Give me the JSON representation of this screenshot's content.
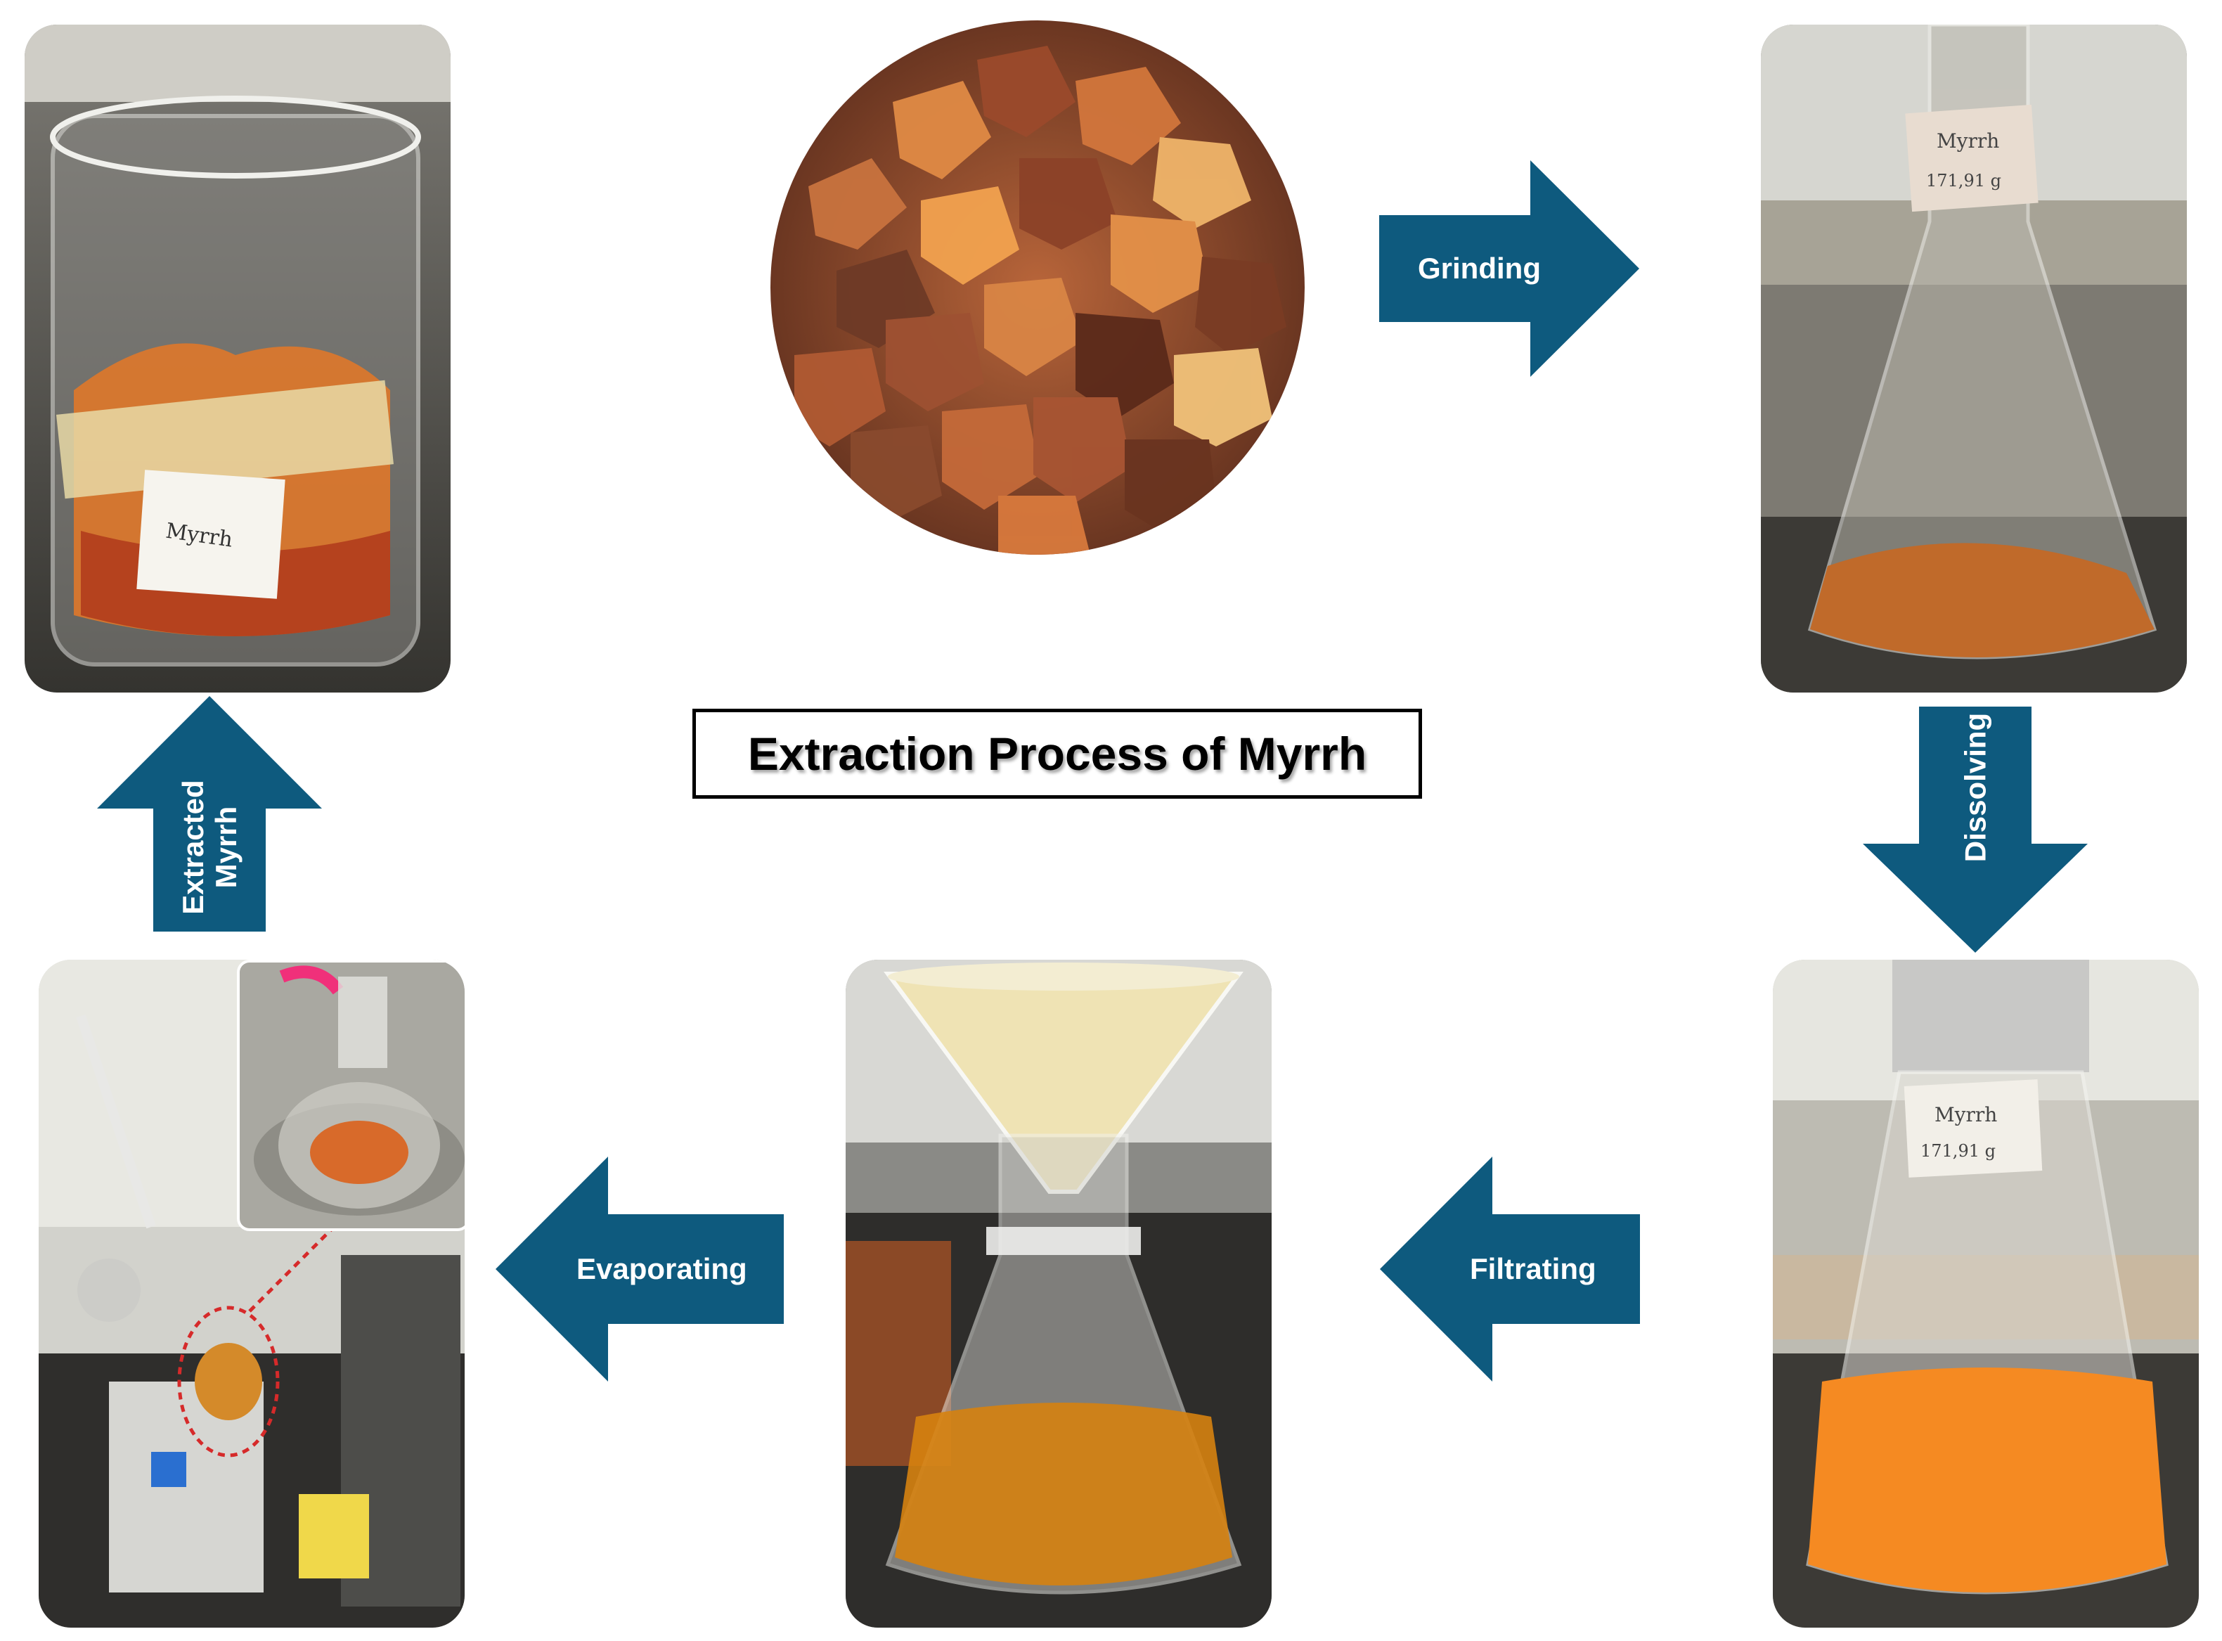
{
  "title": "Extraction Process of Myrrh",
  "steps": {
    "grinding": "Grinding",
    "dissolving": "Dissolving",
    "filtrating": "Filtrating",
    "evaporating": "Evaporating",
    "extracted_line1": "Extracted",
    "extracted_line2": "Myrrh"
  },
  "labels": {
    "jar_label": "Myrrh",
    "flask_label_1": "Myrrh",
    "flask_weight_1": "171,91 g",
    "flask_label_2": "Myrrh",
    "flask_weight_2": "171,91 g"
  },
  "colors": {
    "arrow": "#0e5a7e",
    "title_border": "#000000"
  }
}
